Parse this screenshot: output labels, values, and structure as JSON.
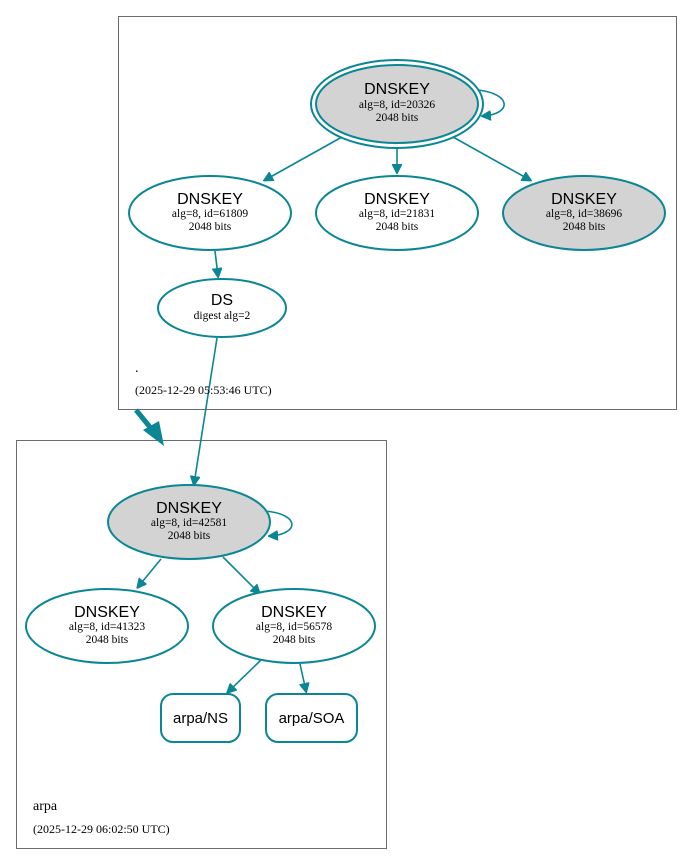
{
  "colors": {
    "edge": "#0a8695",
    "sep_fill": "#d3d3d3",
    "node_fill": "#ffffff",
    "zone_border": "#6b6b6b"
  },
  "zones": {
    "root": {
      "name": ".",
      "timestamp": "(2025-12-29 05:53:46 UTC)"
    },
    "arpa": {
      "name": "arpa",
      "timestamp": "(2025-12-29 06:02:50 UTC)"
    }
  },
  "nodes": {
    "root_ksk": {
      "title": "DNSKEY",
      "line1": "alg=8, id=20326",
      "line2": "2048 bits",
      "sep": true,
      "trust_anchor": true
    },
    "root_zsk_61809": {
      "title": "DNSKEY",
      "line1": "alg=8, id=61809",
      "line2": "2048 bits",
      "sep": false
    },
    "root_zsk_21831": {
      "title": "DNSKEY",
      "line1": "alg=8, id=21831",
      "line2": "2048 bits",
      "sep": false
    },
    "root_key_38696": {
      "title": "DNSKEY",
      "line1": "alg=8, id=38696",
      "line2": "2048 bits",
      "sep": true
    },
    "arpa_ds": {
      "title": "DS",
      "line1": "digest alg=2"
    },
    "arpa_ksk": {
      "title": "DNSKEY",
      "line1": "alg=8, id=42581",
      "line2": "2048 bits",
      "sep": true
    },
    "arpa_zsk_41323": {
      "title": "DNSKEY",
      "line1": "alg=8, id=41323",
      "line2": "2048 bits",
      "sep": false
    },
    "arpa_zsk_56578": {
      "title": "DNSKEY",
      "line1": "alg=8, id=56578",
      "line2": "2048 bits",
      "sep": false
    },
    "arpa_ns": {
      "label": "arpa/NS"
    },
    "arpa_soa": {
      "label": "arpa/SOA"
    }
  }
}
